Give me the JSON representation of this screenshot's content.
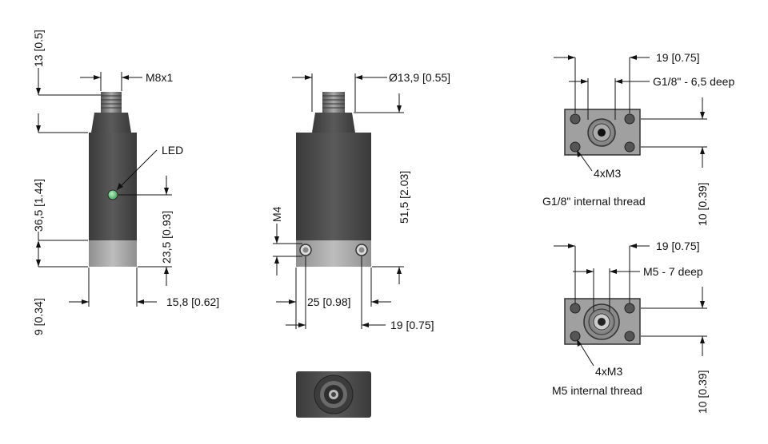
{
  "labels": {
    "view1_top_dim": "13 [0.5]",
    "view1_connector": "M8x1",
    "view1_led": "LED",
    "view1_height_body": "36,5 [1.44]",
    "view1_led_height": "23,5 [0.93]",
    "view1_base_height": "9 [0.34]",
    "view1_width": "15,8 [0.62]",
    "view2_diameter": "Ø13,9 [0.55]",
    "view2_m4": "M4",
    "view2_height": "51,5 [2.03]",
    "view2_width_holes": "25 [0.98]",
    "view2_width_small": "19 [0.75]",
    "view3_width": "19 [0.75]",
    "view3_thread_depth": "G1/8\" - 6,5 deep",
    "view3_holes": "4xM3",
    "view3_caption": "G1/8\" internal thread",
    "view3_height": "10 [0.39]",
    "view4_width": "19 [0.75]",
    "view4_thread_depth": "M5 - 7 deep",
    "view4_holes": "4xM3",
    "view4_caption": "M5 internal thread",
    "view4_height": "10 [0.39]"
  },
  "colors": {
    "body_dark": "#4a4a4a",
    "base_light": "#a8a8a8",
    "led_green": "#58c070",
    "port_plate": "#9a9a9a"
  }
}
